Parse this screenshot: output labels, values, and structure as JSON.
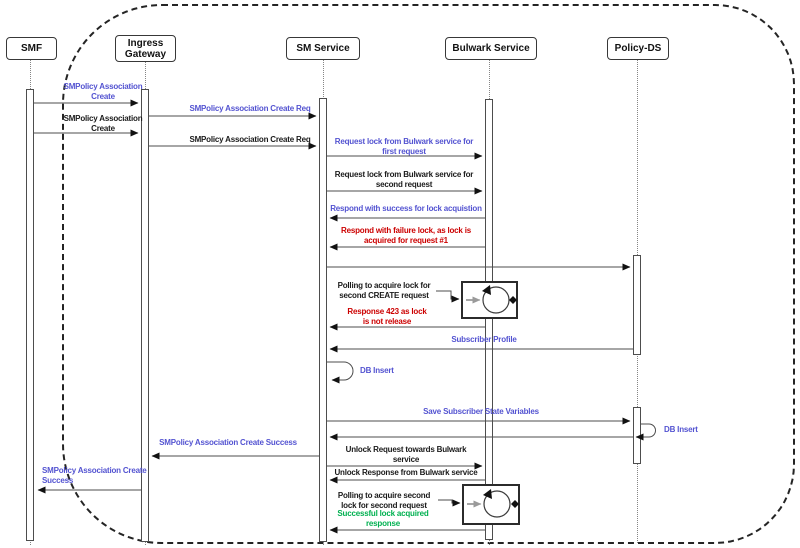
{
  "colors": {
    "blue": "#5353d1",
    "red": "#cc0000",
    "green": "#00b050",
    "ink": "#1a1a1a",
    "line": "#4d4d4d"
  },
  "actors": [
    "SMF",
    "Ingress Gateway",
    "SM Service",
    "Bulwark Service",
    "Policy-DS"
  ],
  "messages": [
    {
      "from": "SMF",
      "to": "Ingress Gateway",
      "color": "blue",
      "label": "SMPolicy Association\nCreate"
    },
    {
      "from": "Ingress Gateway",
      "to": "SM Service",
      "color": "blue",
      "label": "SMPolicy Association Create Req"
    },
    {
      "from": "SMF",
      "to": "Ingress Gateway",
      "color": "black",
      "label": "SMPolicy Association\nCreate"
    },
    {
      "from": "Ingress Gateway",
      "to": "SM Service",
      "color": "black",
      "label": "SMPolicy Association Create Req"
    },
    {
      "from": "SM Service",
      "to": "Bulwark Service",
      "color": "blue",
      "label": "Request lock from Bulwark service for\nfirst request"
    },
    {
      "from": "SM Service",
      "to": "Bulwark Service",
      "color": "black",
      "label": "Request lock from Bulwark service for\nsecond request"
    },
    {
      "from": "Bulwark Service",
      "to": "SM Service",
      "color": "blue",
      "label": "Respond with success for lock acquistion"
    },
    {
      "from": "Bulwark Service",
      "to": "SM Service",
      "color": "red",
      "label": "Respond with failure lock, as lock is\nacquired for request #1"
    },
    {
      "from": "SM Service",
      "to": "Policy-DS",
      "color": "black",
      "label": ""
    },
    {
      "type": "loop-note",
      "at": "Bulwark Service",
      "color": "black",
      "label": "Polling to acquire lock for\nsecond CREATE request"
    },
    {
      "from": "Bulwark Service",
      "to": "SM Service",
      "color": "red",
      "label": "Response 423 as lock\nis not release"
    },
    {
      "from": "Policy-DS",
      "to": "SM Service",
      "color": "blue",
      "label": "Subscriber Profile"
    },
    {
      "type": "self",
      "at": "SM Service",
      "color": "blue",
      "label": "DB Insert"
    },
    {
      "from": "SM Service",
      "to": "Policy-DS",
      "color": "blue",
      "label": "Save Subscriber State Variables"
    },
    {
      "type": "self",
      "at": "Policy-DS",
      "color": "blue",
      "label": "DB Insert"
    },
    {
      "from": "Policy-DS",
      "to": "SM Service",
      "color": "black",
      "label": ""
    },
    {
      "from": "SM Service",
      "to": "Ingress Gateway",
      "color": "blue",
      "label": "SMPolicy Association Create Success"
    },
    {
      "from": "SM Service",
      "to": "Bulwark Service",
      "color": "black",
      "label": "Unlock Request towards Bulwark\nservice"
    },
    {
      "from": "Bulwark Service",
      "to": "SM Service",
      "color": "black",
      "label": "Unlock Response from Bulwark service"
    },
    {
      "from": "Ingress Gateway",
      "to": "SMF",
      "color": "blue",
      "label": "SMPolicy Association Create\nSuccess"
    },
    {
      "type": "loop-note",
      "at": "Bulwark Service",
      "color": "black",
      "label": "Polling to acquire second\nlock for second request"
    },
    {
      "from": "Bulwark Service",
      "to": "SM Service",
      "color": "green",
      "label": "Successful lock acquired\nresponse"
    }
  ]
}
